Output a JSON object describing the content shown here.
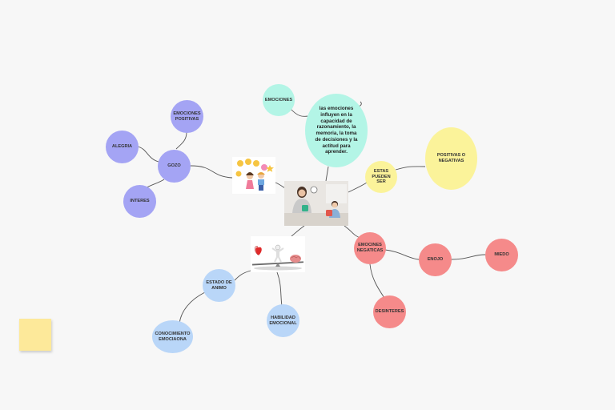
{
  "colors": {
    "purple": "#a4a4f4",
    "teal": "#b3f5e6",
    "yellow": "#fbf39a",
    "red": "#f58a8a",
    "blue": "#b9d6f8",
    "sticky": "#fde99a",
    "edge": "#555555"
  },
  "nodes": {
    "emociones_positivas": "EMOCIONES POSITIVAS",
    "alegria": "ALEGRIA",
    "gozo": "GOZO",
    "interes": "INTERES",
    "emociones": "EMOCIONES",
    "influencia": "las emociones influyen en la capacidad de razonamiento, la memoria, la toma de decisiones y la actitud para aprender.",
    "estas_pueden_ser": "ESTAS PUEDEN SER",
    "positivas_negativas": "POSITIVAS O NEGATIVAS",
    "emociones_negativas": "EMOCINES NEGATICAS",
    "enojo": "ENOJO",
    "miedo": "MIEDO",
    "desinteres": "DESINTERES",
    "estado_animo": "ESTADO DE ANIMO",
    "conocimiento_emocional": "CONOCIMIENTO EMOCIAONA",
    "habilidad_emocional": "HABILIDAD EMOCIONAL"
  },
  "images": {
    "center": "teacher-and-child-emotion-cards-photo",
    "kids": "children-with-emoji-faces-illustration",
    "balance": "heart-and-brain-balance-illustration"
  }
}
